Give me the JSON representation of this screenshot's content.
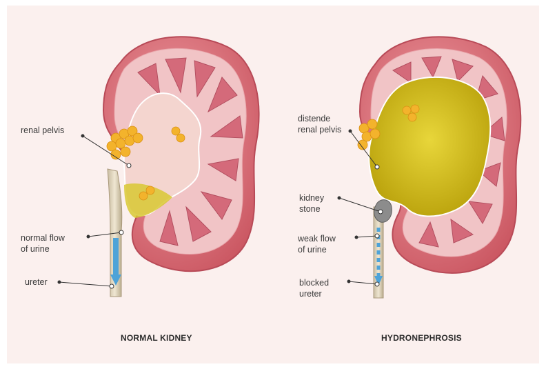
{
  "normal": {
    "title": "NORMAL KIDNEY",
    "labels": {
      "renal_pelvis": "renal pelvis",
      "normal_flow": "normal flow\nof urine",
      "ureter": "ureter"
    }
  },
  "hydronephrosis": {
    "title": "HYDRONEPHROSIS",
    "labels": {
      "distended_pelvis": "distende\nrenal pelvis",
      "kidney_stone": "kidney\nstone",
      "weak_flow": "weak flow\nof urine",
      "blocked_ureter": "blocked\nureter"
    }
  },
  "colors": {
    "background": "#fbf0ee",
    "capsule": "#e07f8a",
    "cortex": "#f1c4c6",
    "pyramid": "#d46a7a",
    "pelvis_normal": "#f4d5cf",
    "pelvis_distended": "#c9b514",
    "fat": "#f3b32c",
    "flow_arrow": "#4ea3d8",
    "stone": "#8c8c8c"
  }
}
